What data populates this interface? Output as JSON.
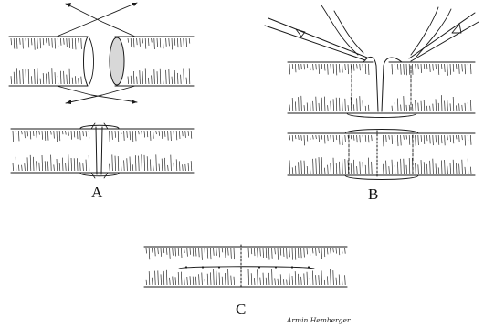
{
  "figure": {
    "panels": [
      {
        "id": "A",
        "label": "A"
      },
      {
        "id": "B",
        "label": "B"
      },
      {
        "id": "C",
        "label": "C"
      }
    ],
    "signature": "Armin Hemberger"
  }
}
